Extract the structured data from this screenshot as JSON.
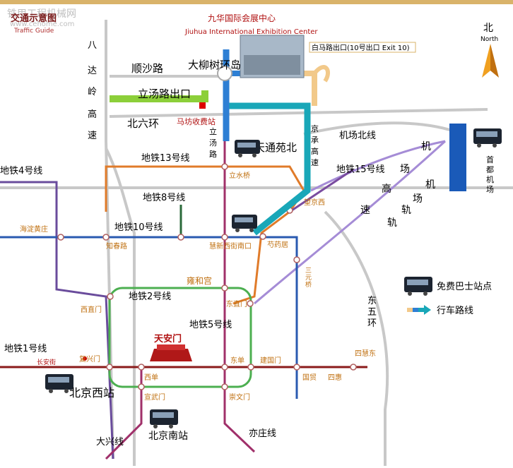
{
  "header": {
    "title_cn": "交通示意图",
    "title_en": "Traffic Guide",
    "watermark_cn": "铁甲工程机械网",
    "watermark_url": "www.cehome.com"
  },
  "venue": {
    "name_cn": "九华国际会展中心",
    "name_en": "Jiuhua International Exhibition Center"
  },
  "exit_label": "白马路出口(10号出口 Exit 10)",
  "north": {
    "cn": "北",
    "en": "North"
  },
  "roads": {
    "badaling_1": "八",
    "badaling_2": "达",
    "badaling_3": "岭",
    "badaling_4": "高",
    "badaling_5": "速",
    "shunsha": "顺沙路",
    "daliushu": "大柳树环岛",
    "litang_exit": "立汤路出口",
    "beiliuhuan": "北六环",
    "mafang_toll": "马坊收费站",
    "litang_1": "立",
    "litang_2": "汤",
    "litang_3": "路",
    "jingcheng_1": "京",
    "jingcheng_2": "承",
    "jingcheng_3": "高",
    "jingcheng_4": "速",
    "airport_north": "机场北线",
    "airport_exp_1": "机",
    "airport_exp_2": "场",
    "airport_exp_3": "高",
    "airport_exp_4": "速",
    "airport_rail_1": "机",
    "airport_rail_2": "场",
    "airport_rail_3": "轨",
    "airport_rail_4": "轨",
    "east5_1": "东",
    "east5_2": "五",
    "east5_3": "环"
  },
  "lines": {
    "l13": "地铁13号线",
    "l4": "地铁4号线",
    "l8": "地铁8号线",
    "l10": "地铁10号线",
    "l15": "地铁15号线",
    "l2": "地铁2号线",
    "l5": "地铁5号线",
    "l1": "地铁1号线",
    "daxing": "大兴线",
    "yizhuang": "亦庄线"
  },
  "stations": {
    "tiantongyuan_north": "天通苑北",
    "lishuiqiao": "立水桥",
    "wangjingxi": "望京西",
    "shaoyaoju": "芍药居",
    "haidian_huangzhuang": "海淀黄庄",
    "zhichunlu": "知春路",
    "huixinxijie_nankou": "慧新西街南口",
    "sanyuanqiao_1": "三",
    "sanyuanqiao_2": "元",
    "sanyuanqiao_3": "桥",
    "yonghegong": "雍和宫",
    "xizhimen": "西直门",
    "dongzhimen": "东直门",
    "fuxingmen": "复兴门",
    "changanjie": "长安街",
    "xidan": "西单",
    "dongdan": "东单",
    "jianguomen": "建国门",
    "guomao": "国贸",
    "sihui": "四惠",
    "sihuidong": "四慧东",
    "xuanwumen": "宣武门",
    "chongwenmen": "崇文门",
    "tiananmen": "天安门",
    "east_airport_1": "首",
    "east_airport_2": "都",
    "east_airport_3": "机",
    "east_airport_4": "场"
  },
  "bus_stations": {
    "beijing_west": "北京西站",
    "beijing_south": "北京南站"
  },
  "legend": {
    "bus": "免费巴士站点",
    "route": "行车路线"
  },
  "colors": {
    "line13": "#e07b2a",
    "line4": "#6a4c9c",
    "line8": "#2a6a3a",
    "line10": "#2a5ab0",
    "line15": "#7a4ca0",
    "line2": "#4caf50",
    "line5": "#a0306a",
    "line1": "#8a1a1a",
    "airport_rail": "#a58cd6",
    "route_teal": "#19a7b8",
    "route_blue": "#2e7fd4",
    "route_green": "#8ccf3a",
    "route_tan": "#f2c98a",
    "airport": "#1a5ab8"
  }
}
